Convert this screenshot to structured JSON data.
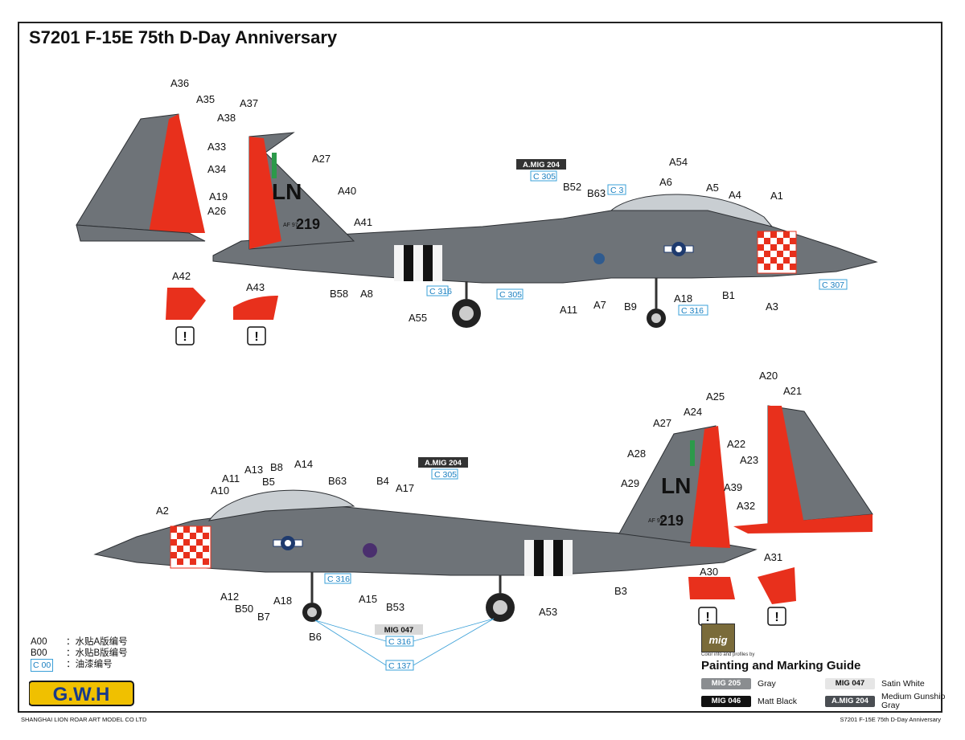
{
  "title": "S7201 F-15E 75th D-Day Anniversary",
  "colors": {
    "gray": "#6e7378",
    "red": "#e8301c",
    "stripe": "#111111",
    "cyan": "#3aa0d8"
  },
  "top_view": {
    "callouts": [
      "A36",
      "A35",
      "A37",
      "A38",
      "A33",
      "A34",
      "A27",
      "A19",
      "A26",
      "A40",
      "A41",
      "A42",
      "A43",
      "B58",
      "A8",
      "A55",
      "A11",
      "A7",
      "B9",
      "A18",
      "B1",
      "A3",
      "B52",
      "B63",
      "A6",
      "A54",
      "A5",
      "A4",
      "A1"
    ],
    "paint_tags": [
      "A.MIG 204"
    ],
    "color_codes": [
      "C 305",
      "C 3",
      "C 316",
      "C 305",
      "C 316",
      "C 307"
    ],
    "tail_code": "LN",
    "serial": "219",
    "serial_prefix": "AF 97"
  },
  "bottom_view": {
    "callouts": [
      "A2",
      "A10",
      "A11",
      "A13",
      "B8",
      "B5",
      "A14",
      "B63",
      "B4",
      "A17",
      "A12",
      "B50",
      "B7",
      "A18",
      "A15",
      "B53",
      "A53",
      "B3",
      "A27",
      "A24",
      "A25",
      "A20",
      "A21",
      "A28",
      "A22",
      "A23",
      "A29",
      "A39",
      "A32",
      "A30",
      "A31",
      "B6"
    ],
    "paint_tags": [
      "A.MIG 204",
      "MIG 047"
    ],
    "color_codes": [
      "C 305",
      "C 316",
      "C 316",
      "C 137"
    ],
    "tail_code": "LN",
    "serial": "219",
    "serial_prefix": "AF 97"
  },
  "legend": {
    "a_label": "A00",
    "a_text": "：水贴A版编号",
    "b_label": "B00",
    "b_text": "：水贴B版编号",
    "c_label": "C 00",
    "c_text": "：油漆编号"
  },
  "brand": {
    "logo_text": "G.W.H",
    "company": "SHANGHAI LION ROAR ART MODEL CO LTD"
  },
  "footer_caption": "S7201  F-15E  75th  D-Day  Anniversary",
  "guide": {
    "mig_logo": "mig",
    "subtitle": "Color info and profiles by",
    "title": "Painting and Marking Guide",
    "paints": [
      {
        "code": "MIG 205",
        "name": "Gray",
        "swatch": "#8a8d90",
        "text": "#ffffff"
      },
      {
        "code": "MIG 047",
        "name": "Satin White",
        "swatch": "#e6e6e6",
        "text": "#111111"
      },
      {
        "code": "MIG 046",
        "name": "Matt Black",
        "swatch": "#111111",
        "text": "#ffffff"
      },
      {
        "code": "A.MIG 204",
        "name": "Medium Gunship Gray",
        "swatch": "#4a4e53",
        "text": "#ffffff"
      }
    ]
  }
}
